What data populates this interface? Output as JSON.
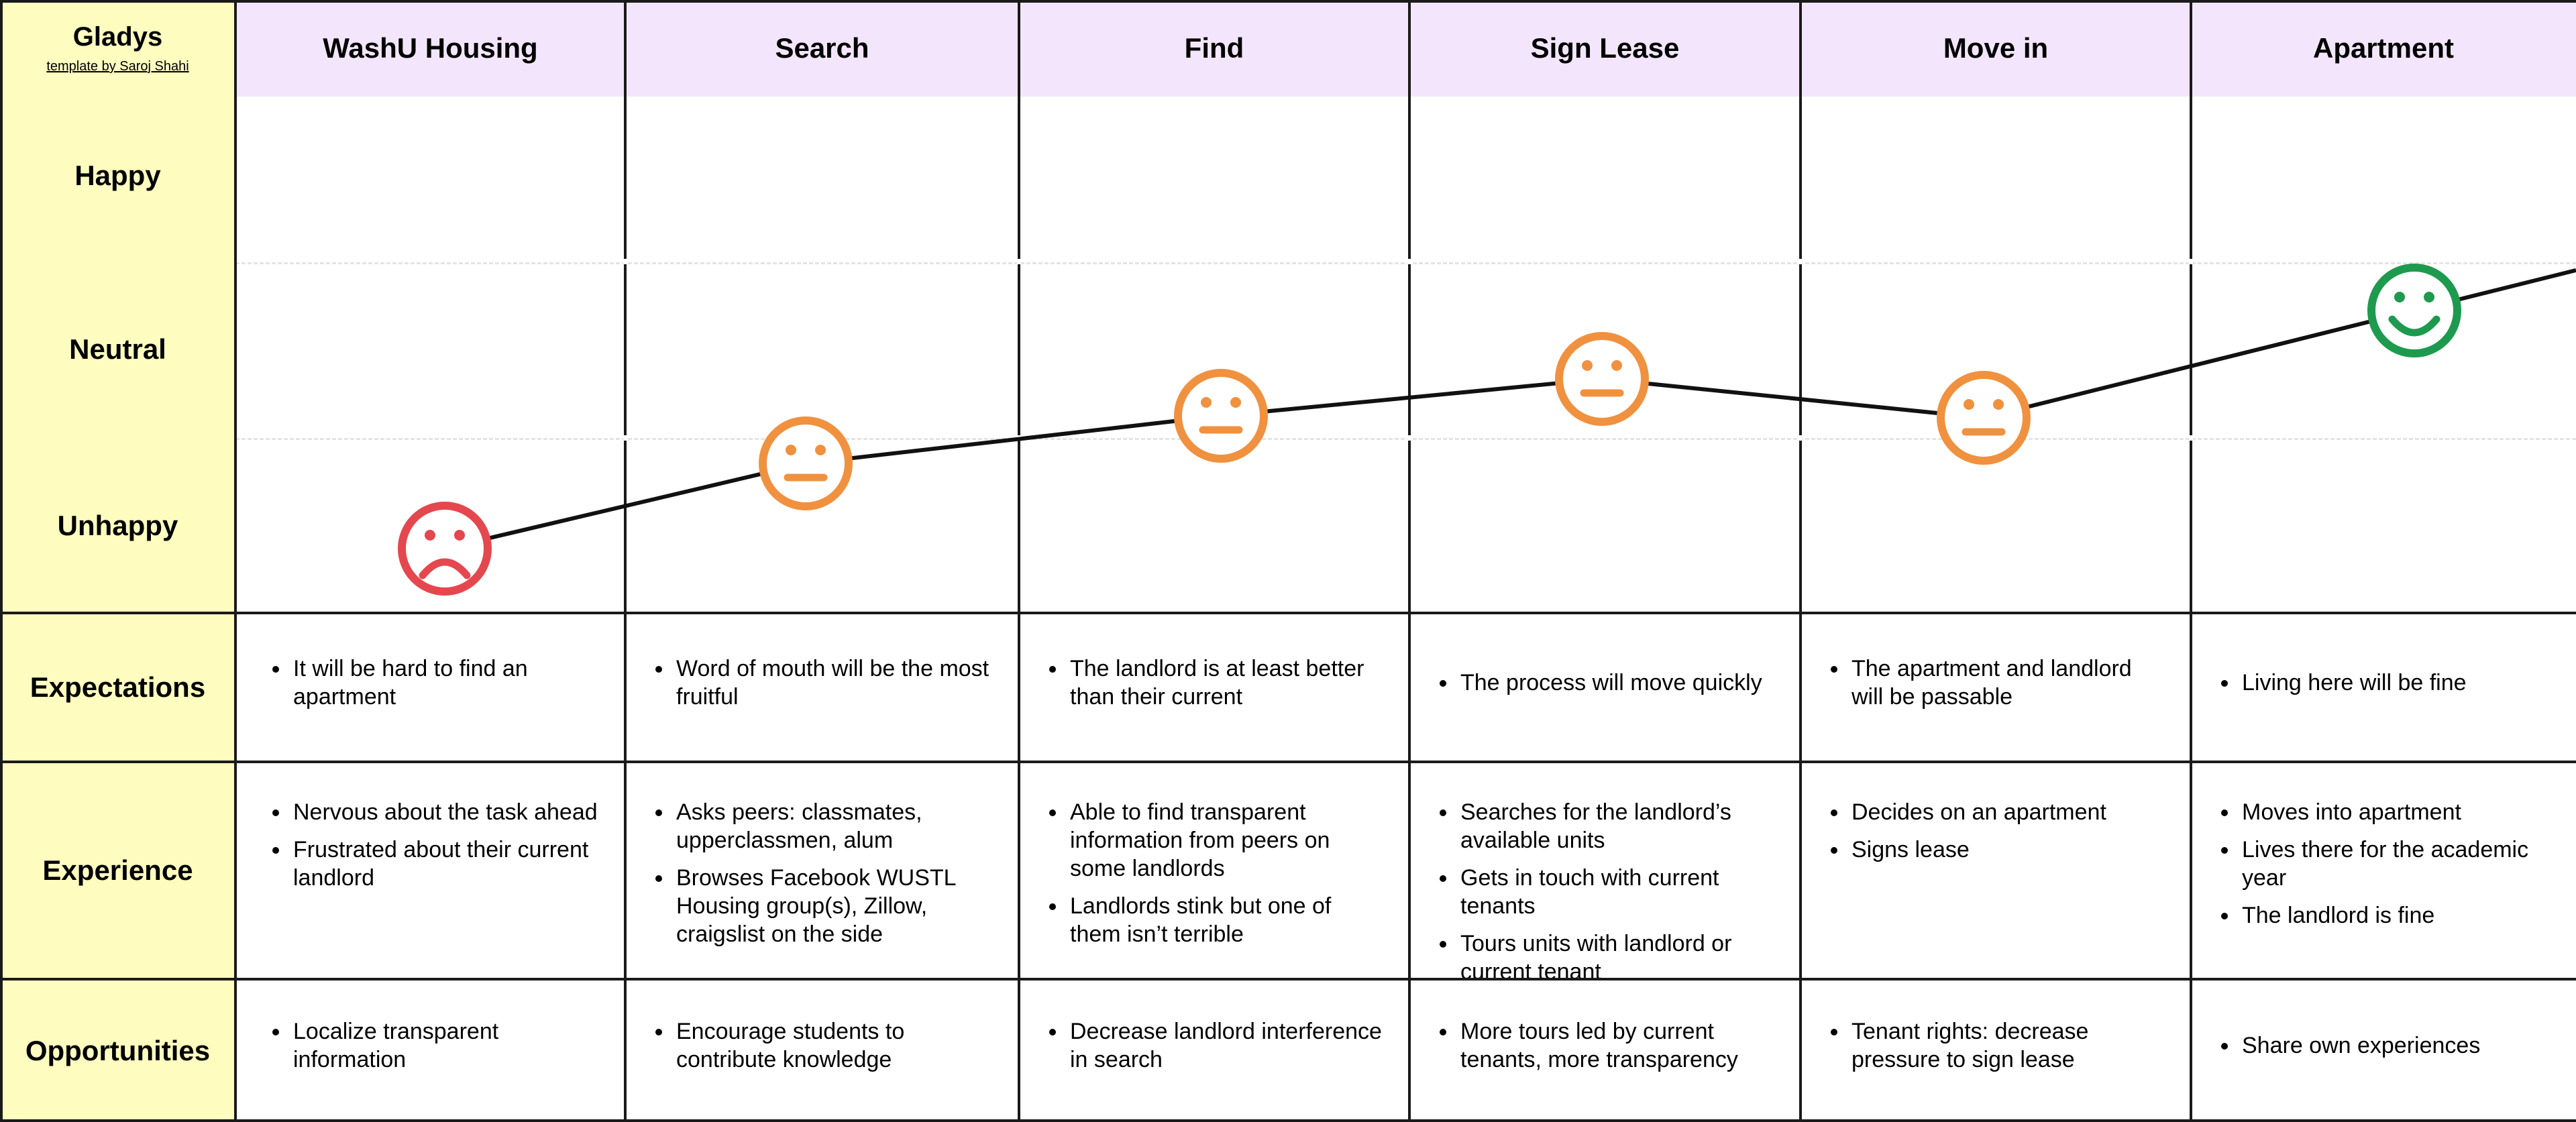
{
  "persona": "Gladys",
  "credit": "template by Saroj Shahi",
  "stages": [
    "WashU Housing",
    "Search",
    "Find",
    "Sign Lease",
    "Move in",
    "Apartment"
  ],
  "emotion_levels": [
    "Happy",
    "Neutral",
    "Unhappy"
  ],
  "journey": [
    {
      "stage": "WashU Housing",
      "mood": "Unhappy",
      "color": "#e5474f"
    },
    {
      "stage": "Search",
      "mood": "Neutral",
      "color": "#f0913f"
    },
    {
      "stage": "Find",
      "mood": "Neutral",
      "color": "#f0913f"
    },
    {
      "stage": "Sign Lease",
      "mood": "Neutral",
      "color": "#f0913f"
    },
    {
      "stage": "Move in",
      "mood": "Neutral",
      "color": "#f0913f"
    },
    {
      "stage": "Apartment",
      "mood": "Happy",
      "color": "#1e9a4e"
    }
  ],
  "rows": [
    {
      "label": "Expectations",
      "cells": [
        [
          "It will be hard to find an apartment"
        ],
        [
          "Word of mouth will be the most fruitful"
        ],
        [
          "The landlord is at least better than their current"
        ],
        [
          "The process will move quickly"
        ],
        [
          "The apartment and landlord will be passable"
        ],
        [
          "Living here will be fine"
        ]
      ]
    },
    {
      "label": "Experience",
      "cells": [
        [
          "Nervous about the task ahead",
          "Frustrated about their current landlord"
        ],
        [
          "Asks peers: classmates, upperclassmen, alum",
          "Browses Facebook WUSTL Housing group(s), Zillow, craigslist on the side"
        ],
        [
          "Able to find transparent information from peers on some landlords",
          "Landlords stink but one of them isn’t terrible"
        ],
        [
          "Searches for the landlord’s available units",
          "Gets in touch with current tenants",
          "Tours units with landlord or current tenant"
        ],
        [
          "Decides on an apartment",
          "Signs lease"
        ],
        [
          "Moves into apartment",
          "Lives there for the academic year",
          "The landlord is fine"
        ]
      ]
    },
    {
      "label": "Opportunities",
      "cells": [
        [
          "Localize transparent information"
        ],
        [
          "Encourage students to contribute knowledge"
        ],
        [
          "Decrease landlord interference in search"
        ],
        [
          "More tours led by current tenants, more transparency"
        ],
        [
          "Tenant rights: decrease pressure to sign lease"
        ],
        [
          "Share own experiences"
        ]
      ]
    }
  ],
  "colors": {
    "header_bg": "#f3e6fc",
    "label_bg": "#fefcbf",
    "unhappy": "#e5474f",
    "neutral": "#f0913f",
    "happy": "#1e9a4e"
  }
}
